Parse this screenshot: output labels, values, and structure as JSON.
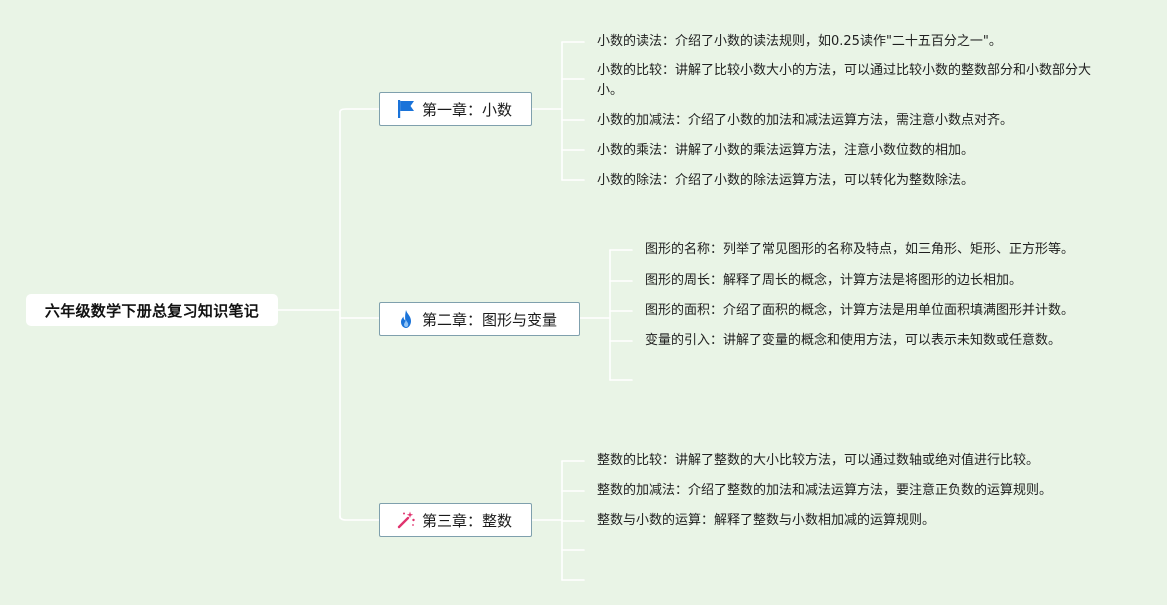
{
  "root": {
    "label": "六年级数学下册总复习知识笔记"
  },
  "chapters": [
    {
      "label": "第一章：小数",
      "icon": "flag-icon",
      "icon_color": "#1a73d9",
      "items": [
        "小数的读法：介绍了小数的读法规则，如0.25读作\"二十五百分之一\"。",
        "小数的比较：讲解了比较小数大小的方法，可以通过比较小数的整数部分和小数部分大小。",
        "小数的加减法：介绍了小数的加法和减法运算方法，需注意小数点对齐。",
        "小数的乘法：讲解了小数的乘法运算方法，注意小数位数的相加。",
        "小数的除法：介绍了小数的除法运算方法，可以转化为整数除法。"
      ]
    },
    {
      "label": "第二章：图形与变量",
      "icon": "flame-icon",
      "icon_color": "#1a73d9",
      "items": [
        "图形的名称：列举了常见图形的名称及特点，如三角形、矩形、正方形等。",
        "图形的周长：解释了周长的概念，计算方法是将图形的边长相加。",
        "图形的面积：介绍了面积的概念，计算方法是用单位面积填满图形并计数。",
        "变量的引入：讲解了变量的概念和使用方法，可以表示未知数或任意数。"
      ]
    },
    {
      "label": "第三章：整数",
      "icon": "magic-wand-icon",
      "icon_color": "#e0336e",
      "items": [
        "整数的比较：讲解了整数的大小比较方法，可以通过数轴或绝对值进行比较。",
        "整数的加减法：介绍了整数的加法和减法运算方法，要注意正负数的运算规则。",
        "整数与小数的运算：解释了整数与小数相加减的运算规则。"
      ]
    }
  ]
}
